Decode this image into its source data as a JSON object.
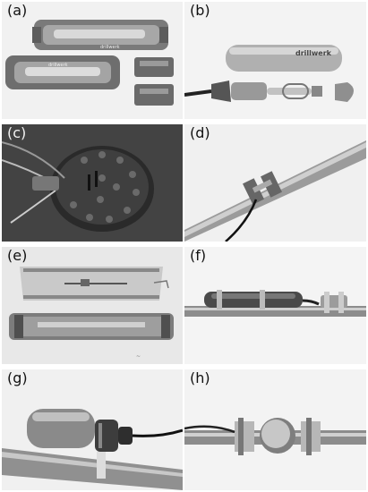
{
  "panels": [
    {
      "id": "a",
      "label": "(a)",
      "brand_text_1": "drillwerk",
      "brand_text_2": "drillwerk"
    },
    {
      "id": "b",
      "label": "(b)",
      "brand_text": "drillwerk"
    },
    {
      "id": "c",
      "label": "(c)"
    },
    {
      "id": "d",
      "label": "(d)"
    },
    {
      "id": "e",
      "label": "(e)"
    },
    {
      "id": "f",
      "label": "(f)"
    },
    {
      "id": "g",
      "label": "(g)"
    },
    {
      "id": "h",
      "label": "(h)"
    }
  ]
}
